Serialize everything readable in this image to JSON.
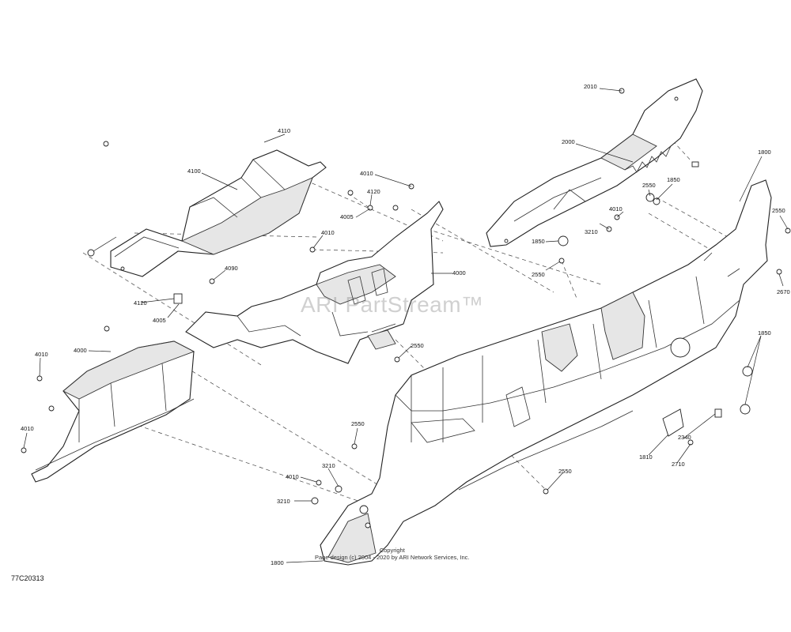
{
  "watermark": "ARI PartStream™",
  "copyright": {
    "line1": "Copyright",
    "line2": "Page design (c) 2004 - 2020 by ARI Network Services, Inc."
  },
  "figure_code": "77C20313",
  "callouts": [
    "2010",
    "2000",
    "1800",
    "2550",
    "1850",
    "4010",
    "3210",
    "2550",
    "1850",
    "2550",
    "2670",
    "1850",
    "4110",
    "4100",
    "4010",
    "4120",
    "4005",
    "4010",
    "4090",
    "4000",
    "4120",
    "4005",
    "4010",
    "4000",
    "4010",
    "2550",
    "2550",
    "2340",
    "1810",
    "2710",
    "2550",
    "4010",
    "3210",
    "3210",
    "1800"
  ]
}
